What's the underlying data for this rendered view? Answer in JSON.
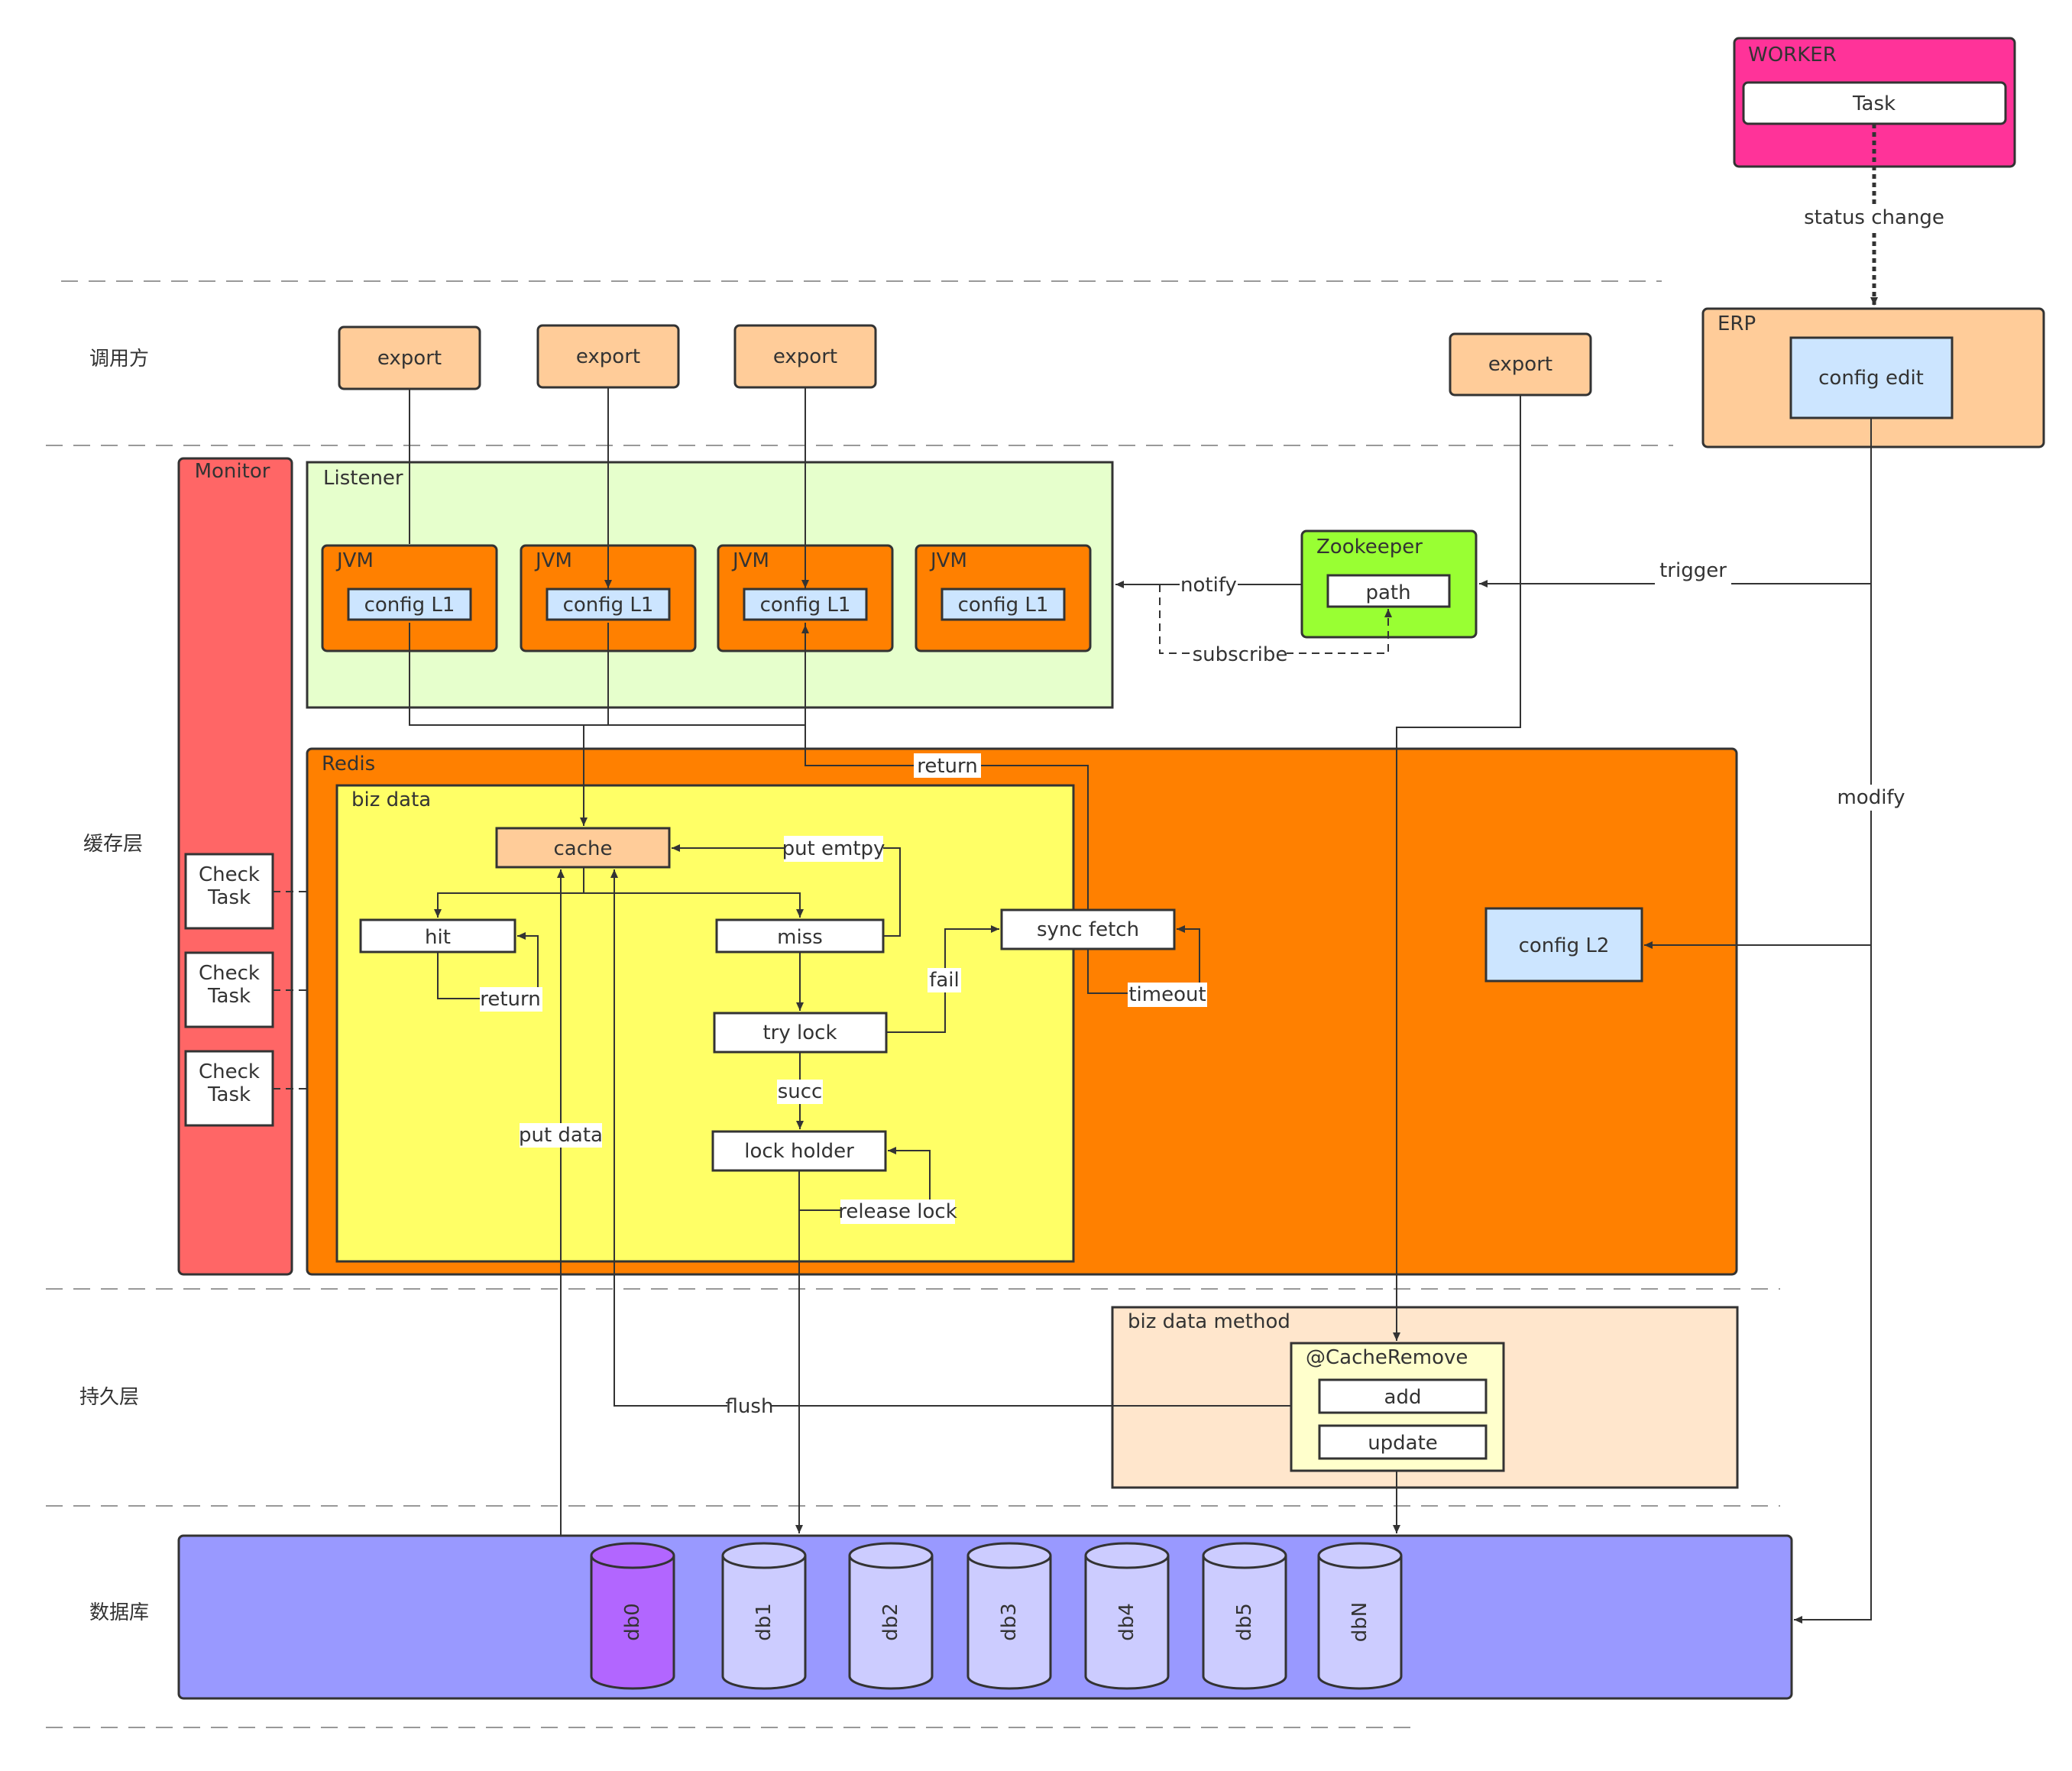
{
  "layers": {
    "caller": "调用方",
    "cache": "缓存层",
    "persistence": "持久层",
    "database": "数据库"
  },
  "worker": {
    "title": "WORKER",
    "task": "Task",
    "edge_label": "status change"
  },
  "erp": {
    "title": "ERP",
    "config_edit": "config edit",
    "trigger_label": "trigger",
    "modify_label": "modify"
  },
  "exports": [
    "export",
    "export",
    "export",
    "export"
  ],
  "monitor": {
    "title": "Monitor",
    "check_tasks": [
      "Check\nTask",
      "Check\nTask",
      "Check\nTask"
    ]
  },
  "listener": {
    "title": "Listener",
    "jvms": [
      {
        "title": "JVM",
        "config": "config L1"
      },
      {
        "title": "JVM",
        "config": "config L1"
      },
      {
        "title": "JVM",
        "config": "config L1"
      },
      {
        "title": "JVM",
        "config": "config L1"
      }
    ]
  },
  "zookeeper": {
    "title": "Zookeeper",
    "path": "path",
    "notify_label": "notify",
    "subscribe_label": "subscribe"
  },
  "redis": {
    "title": "Redis",
    "config_l2": "config L2",
    "return_label": "return"
  },
  "biz_data": {
    "title": "biz data",
    "cache": "cache",
    "hit": "hit",
    "miss": "miss",
    "try_lock": "try lock",
    "sync_fetch": "sync fetch",
    "lock_holder": "lock holder",
    "labels": {
      "put_empty": "put emtpy",
      "return": "return",
      "fail": "fail",
      "timeout": "timeout",
      "succ": "succ",
      "release_lock": "release lock",
      "put_data": "put data"
    }
  },
  "biz_method": {
    "title": "biz data method",
    "annotation": "@CacheRemove",
    "add": "add",
    "update": "update",
    "flush_label": "flush"
  },
  "databases": [
    "db0",
    "db1",
    "db2",
    "db3",
    "db4",
    "db5",
    "dbN"
  ],
  "colors": {
    "worker": "#FF3399",
    "erp": "#FFCC99",
    "export": "#FFCC99",
    "monitor": "#FF6666",
    "listener": "#E6FFCC",
    "jvm": "#FF8000",
    "config_blue": "#CCE5FF",
    "zookeeper": "#99FF33",
    "redis": "#FF8000",
    "biz_data": "#FFFF66",
    "biz_method": "#FFE6CC",
    "annotation": "#FFFFCC",
    "database": "#9999FF",
    "db_cylinder": "#CCCCFF",
    "db0_cylinder": "#B266FF"
  }
}
